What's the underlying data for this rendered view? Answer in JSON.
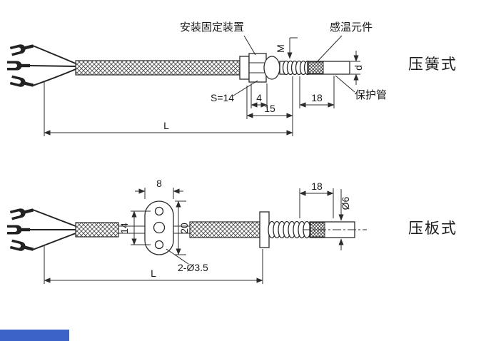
{
  "colors": {
    "line": "#2b2b2b",
    "watermark_bar": "#3c63c8",
    "background": "#ffffff"
  },
  "top_view": {
    "type_label": "压簧式",
    "callout_mounting_device": "安装固定装置",
    "callout_sensing_element": "感温元件",
    "callout_protection_tube": "保护管",
    "dim_wrench_size": "S=14",
    "dim_thread": "M",
    "dim_nut_width": "4",
    "dim_fitting_length": "15",
    "dim_tip_length": "18",
    "dim_tube_diameter": "d",
    "dim_overall_length": "L"
  },
  "bottom_view": {
    "type_label": "压板式",
    "dim_plate_width": "8",
    "dim_hole_spacing": "14",
    "dim_plate_length": "20",
    "dim_mounting_holes": "2-Ø3.5",
    "dim_tip_length": "18",
    "dim_tube_diameter": "Ø6",
    "dim_overall_length": "L"
  }
}
